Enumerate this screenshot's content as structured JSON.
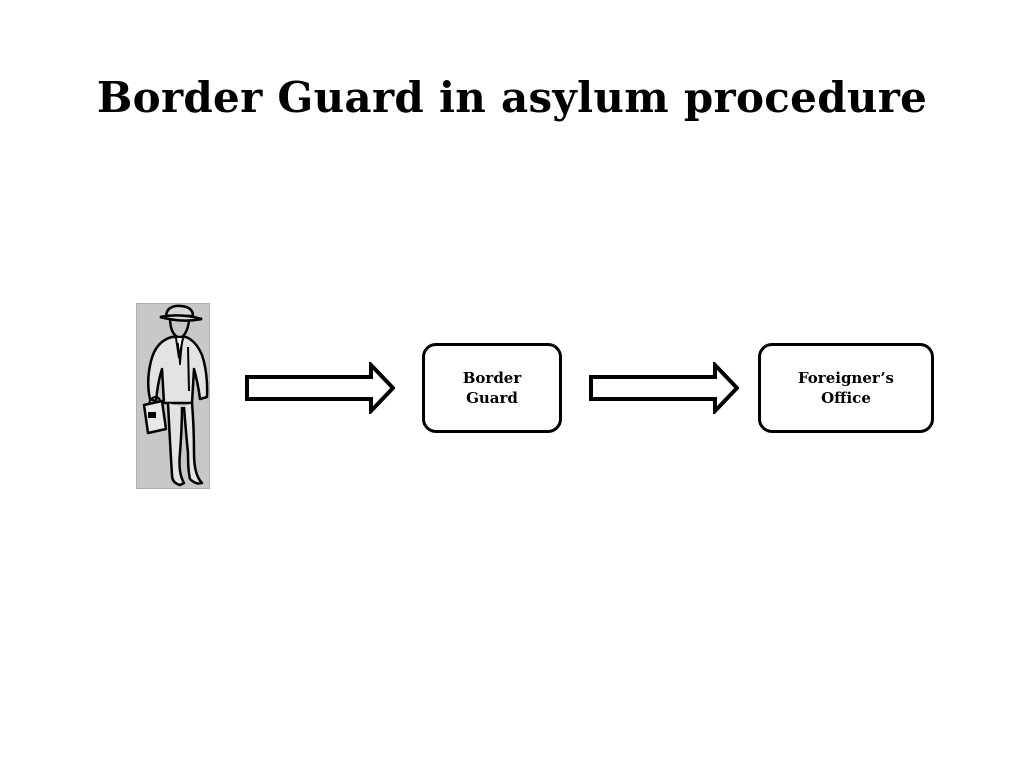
{
  "slide": {
    "title": "Border Guard in asylum procedure"
  },
  "diagram": {
    "start_icon": "traveler-with-briefcase-icon",
    "arrow_icon": "block-arrow-right-icon",
    "nodes": [
      {
        "label": "Border\nGuard"
      },
      {
        "label": "Foreigner’s\nOffice"
      }
    ]
  },
  "colors": {
    "figure_background": "#c8c8c8",
    "stroke": "#000000",
    "box_fill": "#ffffff",
    "page_background": "#ffffff"
  }
}
